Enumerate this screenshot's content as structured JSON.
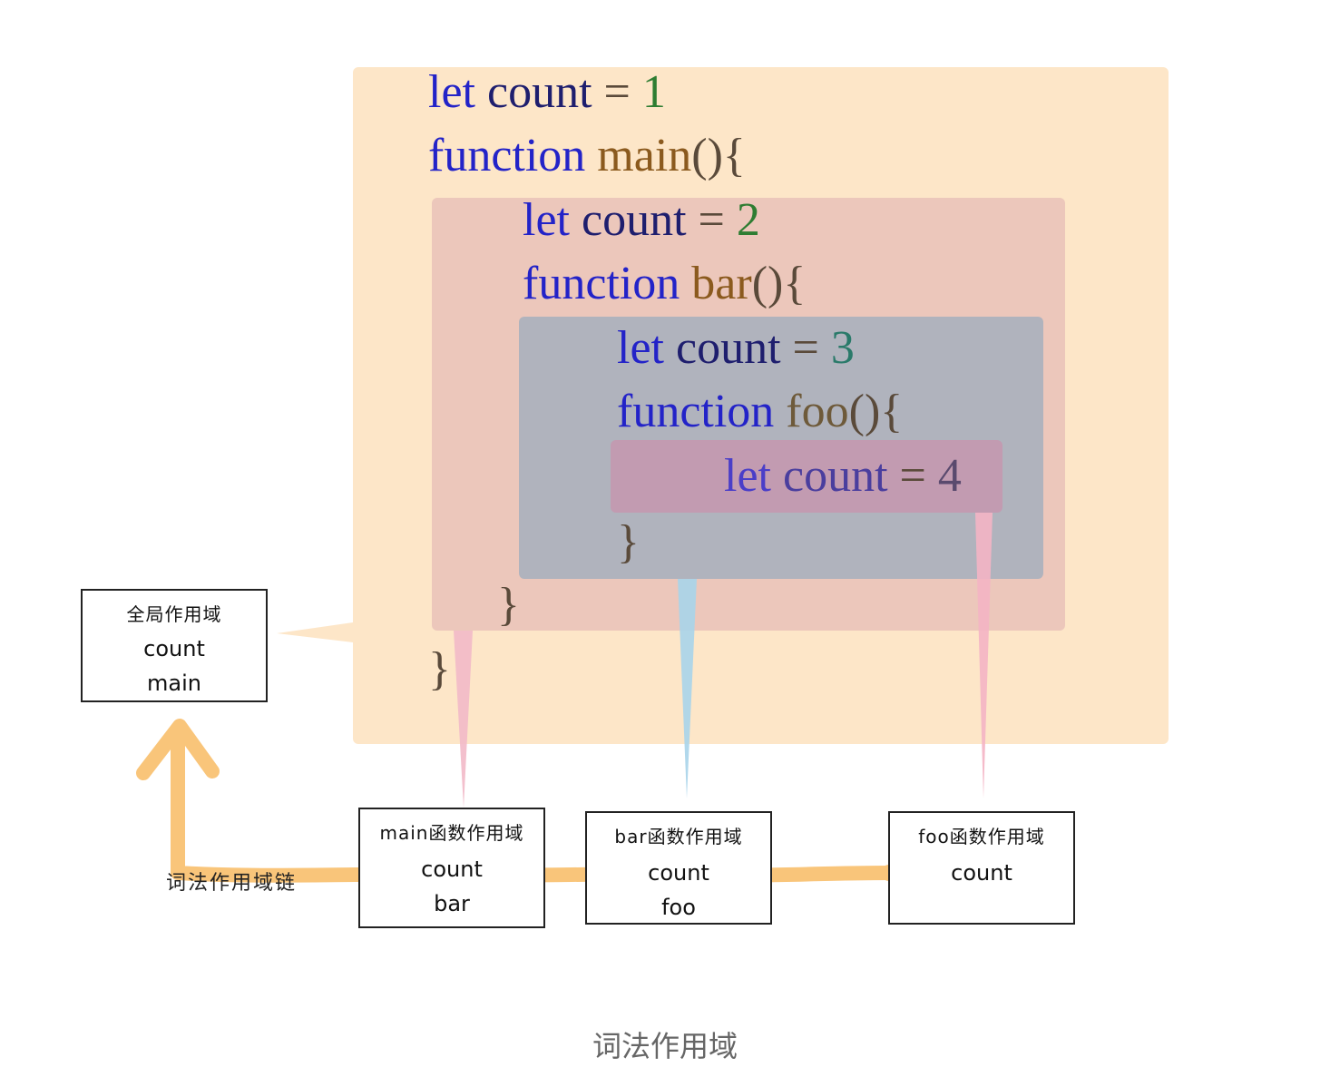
{
  "code": {
    "line1": {
      "kw": "let",
      "id": "count",
      "op": "=",
      "num": "1"
    },
    "line2": {
      "kw": "function",
      "fn": "main",
      "punct": "(){"
    },
    "line3": {
      "kw": "let",
      "id": "count",
      "op": "=",
      "num": "2"
    },
    "line4": {
      "kw": "function",
      "fn": "bar",
      "punct": "(){"
    },
    "line5": {
      "kw": "let",
      "id": "count",
      "op": "=",
      "num": "3"
    },
    "line6": {
      "kw": "function",
      "fn": "foo",
      "punct": "(){"
    },
    "line7": {
      "kw": "let",
      "id": "count",
      "op": "=",
      "num": "4"
    },
    "close_foo": "}",
    "close_bar": "}",
    "close_main": "}"
  },
  "scopes": {
    "global": {
      "title": "全局作用域",
      "vars": [
        "count",
        "main"
      ]
    },
    "main": {
      "title": "main函数作用域",
      "vars": [
        "count",
        "bar"
      ]
    },
    "bar": {
      "title": "bar函数作用域",
      "vars": [
        "count",
        "foo"
      ]
    },
    "foo": {
      "title": "foo函数作用域",
      "vars": [
        "count"
      ]
    }
  },
  "chain_label": "词法作用域链",
  "caption": "词法作用域",
  "colors": {
    "global_scope": "#fde6c8",
    "main_scope": "#ecc7bb",
    "bar_scope": "#b0b3bd",
    "foo_scope": "#c29bb1",
    "chain_stroke": "#f9c57a",
    "pointer_main": "#f2b9c8",
    "pointer_bar": "#a8d4ea",
    "pointer_foo": "#f4b4c4"
  }
}
